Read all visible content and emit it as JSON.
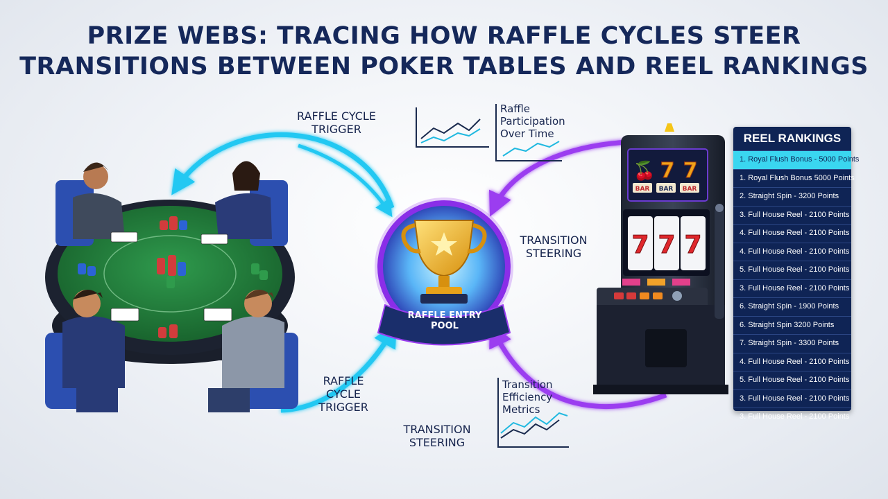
{
  "title_line1": "PRIZE WEBS: TRACING HOW RAFFLE CYCLES STEER",
  "title_line2": "TRANSITIONS BETWEEN POKER TABLES AND REEL RANKINGS",
  "labels": {
    "raffle_cycle_trigger_top_1": "RAFFLE CYCLE",
    "raffle_cycle_trigger_top_2": "TRIGGER",
    "raffle_cycle_trigger_bottom_1": "RAFFLE",
    "raffle_cycle_trigger_bottom_2": "CYCLE",
    "raffle_cycle_trigger_bottom_3": "TRIGGER",
    "transition_steering_right_1": "TRANSITION",
    "transition_steering_right_2": "STEERING",
    "transition_steering_bottom_1": "TRANSITION",
    "transition_steering_bottom_2": "STEERING",
    "pool_1": "RAFFLE ENTRY",
    "pool_2": "POOL"
  },
  "mini_charts": {
    "participation_1": "Raffle",
    "participation_2": "Participation",
    "participation_3": "Over Time",
    "efficiency_1": "Transition",
    "efficiency_2": "Efficiency",
    "efficiency_3": "Metrics"
  },
  "slot": {
    "top_symbols": [
      "🍒",
      "7",
      "7"
    ],
    "bar_labels": [
      "BAR",
      "BAR",
      "BAR"
    ],
    "reel_symbols": [
      "7",
      "7",
      "7"
    ]
  },
  "reel_rankings": {
    "heading": "REEL RANKINGS",
    "items": [
      "1. Royal Flush Bonus - 5000 Points",
      "1. Royal Flush Bonus 5000 Points",
      "2. Straight Spin  -  3200 Points",
      "3. Full House Reel - 2100 Points",
      "4. Full House Reel - 2100 Points",
      "4. Full House Reel - 2100 Points",
      "5. Full House Reel - 2100 Points",
      "3. Full House Reel - 2100 Points",
      "6. Straight Spin   -  1900 Points",
      "6. Straight Spin     3200 Points",
      "7. Straight Spin  -  3300 Points",
      "4. Full House Reel - 2100 Points",
      "5. Full House Reel - 2100 Points",
      "3. Full House Reel - 2100 Points",
      "3. Full House Reel - 2100 Points"
    ]
  },
  "colors": {
    "cyan_arrow": "#21c8f2",
    "purple_arrow": "#9b3df0",
    "navy": "#15285a",
    "felt": "#237a3c",
    "highlight": "#3ad6f0"
  }
}
